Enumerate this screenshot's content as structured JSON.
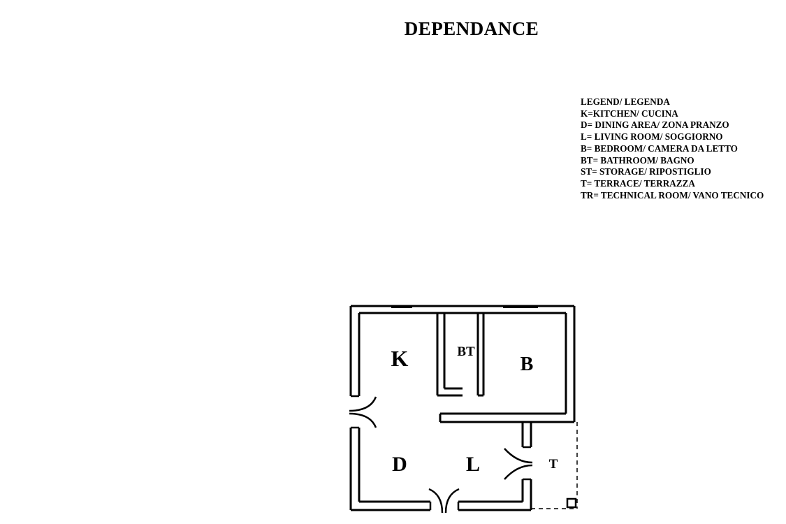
{
  "title": "DEPENDANCE",
  "legend": {
    "heading": "LEGEND/ LEGENDA",
    "items": [
      "K=KITCHEN/ CUCINA",
      "D= DINING AREA/ ZONA PRANZO",
      "L= LIVING ROOM/ SOGGIORNO",
      "B= BEDROOM/ CAMERA DA LETTO",
      "BT= BATHROOM/ BAGNO",
      "ST= STORAGE/ RIPOSTIGLIO",
      "T= TERRACE/ TERRAZZA",
      "TR= TECHNICAL ROOM/ VANO TECNICO"
    ]
  },
  "rooms": {
    "kitchen": "K",
    "bathroom": "BT",
    "bedroom": "B",
    "dining": "D",
    "living": "L",
    "terrace": "T"
  }
}
